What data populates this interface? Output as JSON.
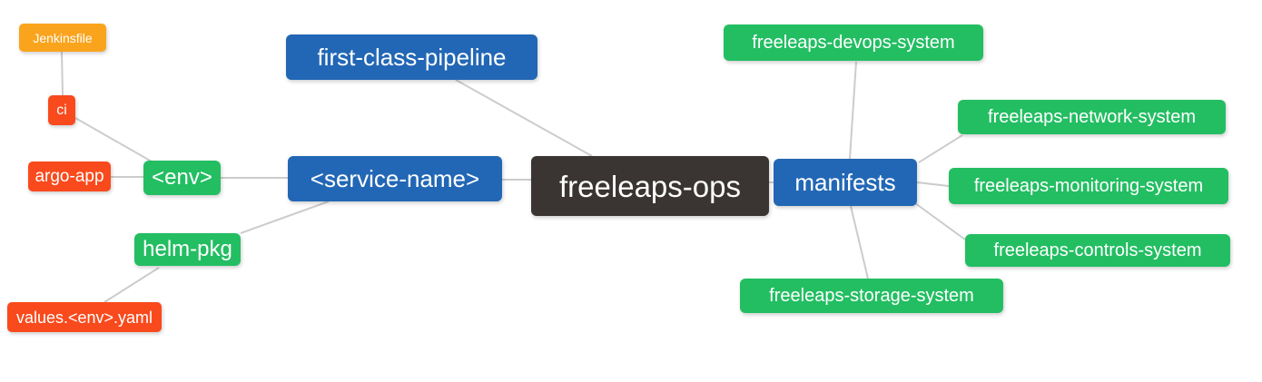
{
  "colors": {
    "blue": "#2267B5",
    "green": "#23BE62",
    "red": "#F94A1D",
    "amber": "#FAA41E",
    "dark": "#3A3532",
    "edge": "#CCCCCC",
    "text": "#FFFFFF"
  },
  "nodes": {
    "jenkinsfile": {
      "label": "Jenkinsfile",
      "color": "amber"
    },
    "ci": {
      "label": "ci",
      "color": "red"
    },
    "argo_app": {
      "label": "argo-app",
      "color": "red"
    },
    "env": {
      "label": "<env>",
      "color": "green"
    },
    "helm_pkg": {
      "label": "helm-pkg",
      "color": "green"
    },
    "values_env_yaml": {
      "label": "values.<env>.yaml",
      "color": "red"
    },
    "first_class_pipeline": {
      "label": "first-class-pipeline",
      "color": "blue"
    },
    "service_name": {
      "label": "<service-name>",
      "color": "blue"
    },
    "freeleaps_ops": {
      "label": "freeleaps-ops",
      "color": "dark"
    },
    "manifests": {
      "label": "manifests",
      "color": "blue"
    },
    "devops_system": {
      "label": "freeleaps-devops-system",
      "color": "green"
    },
    "network_system": {
      "label": "freeleaps-network-system",
      "color": "green"
    },
    "monitoring_system": {
      "label": "freeleaps-monitoring-system",
      "color": "green"
    },
    "controls_system": {
      "label": "freeleaps-controls-system",
      "color": "green"
    },
    "storage_system": {
      "label": "freeleaps-storage-system",
      "color": "green"
    }
  },
  "edges": [
    [
      "jenkinsfile",
      "ci"
    ],
    [
      "ci",
      "env"
    ],
    [
      "argo_app",
      "env"
    ],
    [
      "env",
      "service_name"
    ],
    [
      "helm_pkg",
      "service_name"
    ],
    [
      "values_env_yaml",
      "helm_pkg"
    ],
    [
      "first_class_pipeline",
      "freeleaps_ops"
    ],
    [
      "service_name",
      "freeleaps_ops"
    ],
    [
      "freeleaps_ops",
      "manifests"
    ],
    [
      "manifests",
      "devops_system"
    ],
    [
      "manifests",
      "network_system"
    ],
    [
      "manifests",
      "monitoring_system"
    ],
    [
      "manifests",
      "controls_system"
    ],
    [
      "manifests",
      "storage_system"
    ]
  ]
}
